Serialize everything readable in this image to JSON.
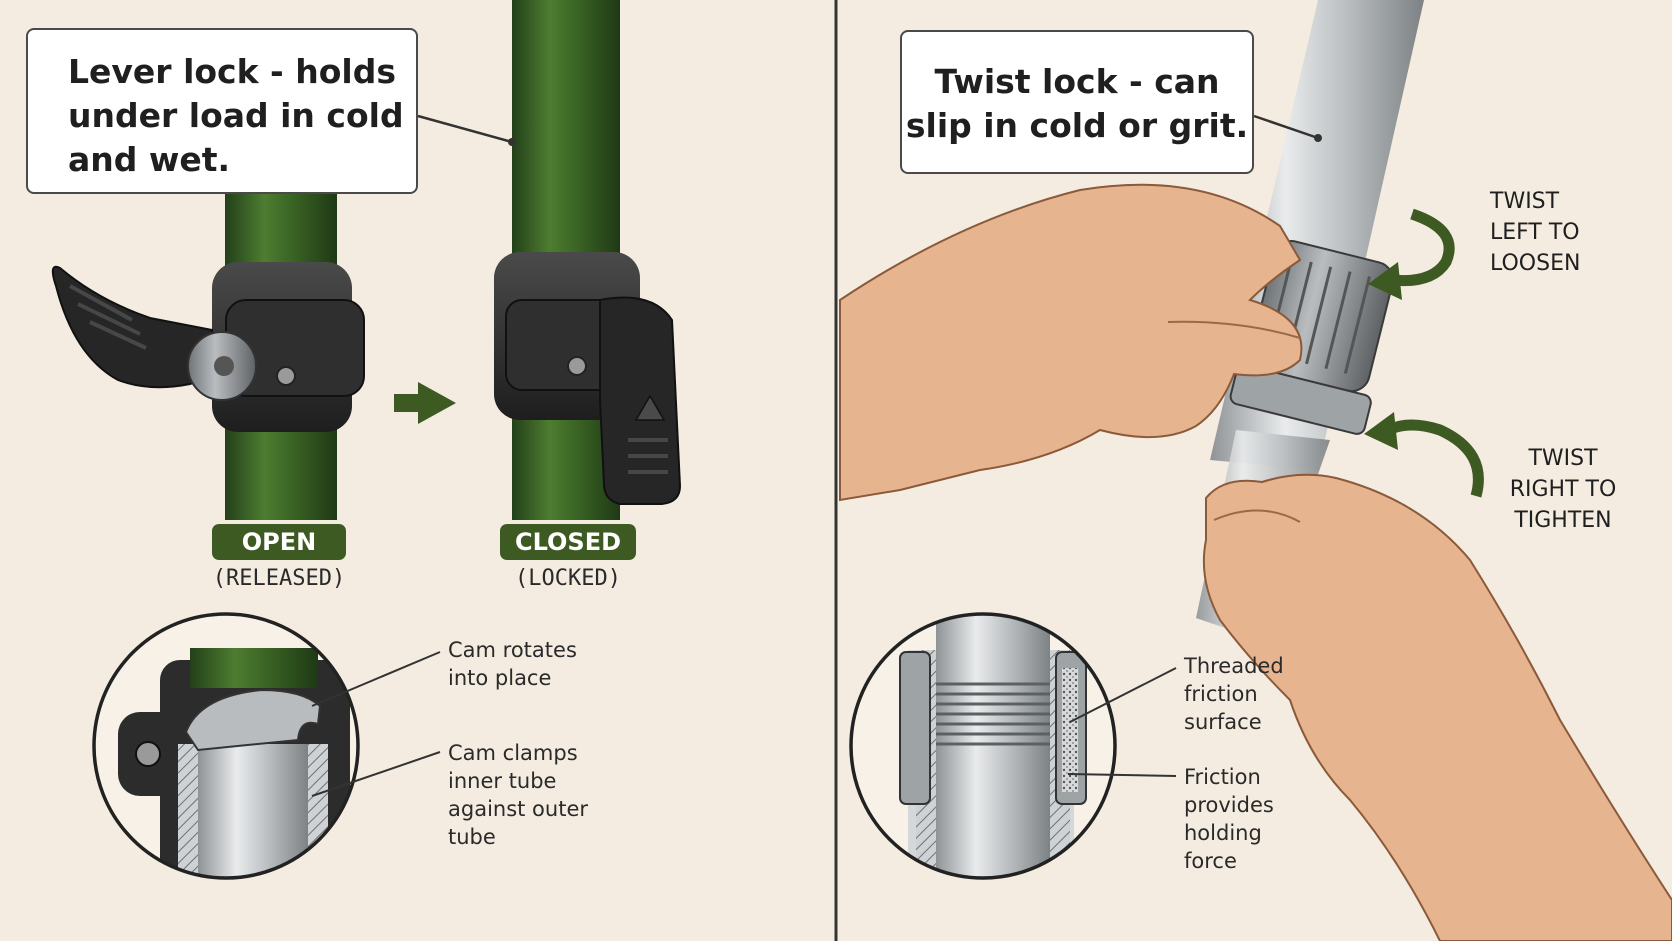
{
  "left_panel": {
    "callout_lines": [
      "Lever lock - holds",
      "under load in cold",
      "and wet."
    ],
    "open_badge": "OPEN",
    "open_sub": "(RELEASED)",
    "closed_badge": "CLOSED",
    "closed_sub": "(LOCKED)",
    "cam_rotates_lines": [
      "Cam rotates",
      "into place"
    ],
    "cam_clamps_lines": [
      "Cam clamps",
      "inner tube",
      "against outer",
      "tube"
    ]
  },
  "right_panel": {
    "callout_lines": [
      "Twist lock - can",
      "slip in cold or grit."
    ],
    "twist_left_lines": [
      "TWIST",
      "LEFT TO",
      "LOOSEN"
    ],
    "twist_right_lines": [
      "TWIST",
      "RIGHT TO",
      "TIGHTEN"
    ],
    "threaded_lines": [
      "Threaded",
      "friction",
      "surface"
    ],
    "friction_lines": [
      "Friction",
      "provides",
      "holding",
      "force"
    ]
  },
  "colors": {
    "background": "#f4ece0",
    "pole_green": "#3f6b28",
    "badge_green": "#3c5a22",
    "clamp_black": "#2c2c2c",
    "aluminum": "#c4c7ca",
    "skin": "#e6b48f"
  },
  "icons": [
    "arrow-right-icon",
    "curved-arrow-loosen-icon",
    "curved-arrow-tighten-icon",
    "warning-triangle-icon"
  ]
}
